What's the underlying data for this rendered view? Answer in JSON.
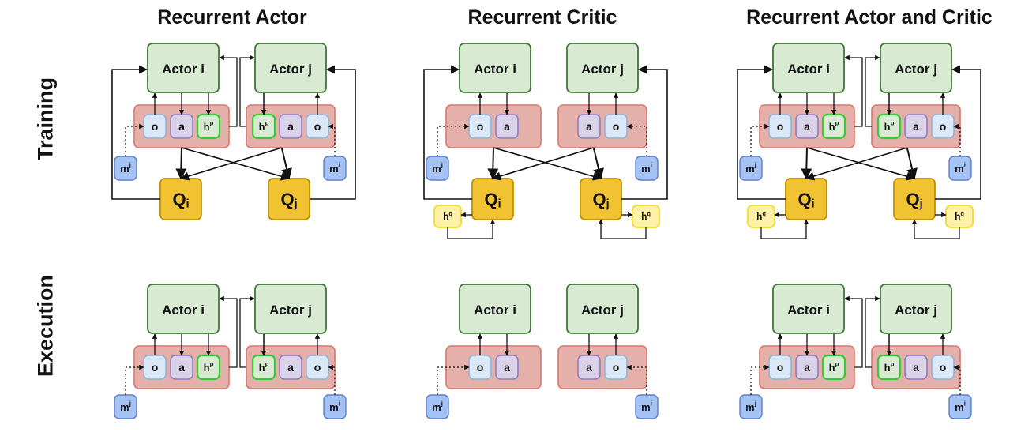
{
  "columns": [
    {
      "title": "Recurrent Actor"
    },
    {
      "title": "Recurrent Critic"
    },
    {
      "title": "Recurrent Actor and Critic"
    }
  ],
  "rows": [
    {
      "label": "Training"
    },
    {
      "label": "Execution"
    }
  ],
  "labels": {
    "actor_i": "Actor i",
    "actor_j": "Actor j",
    "obs": "o",
    "action": "a",
    "policy_hidden_base": "h",
    "policy_hidden_sup": "p",
    "critic_hidden_base": "h",
    "critic_hidden_sup": "q",
    "msg_base": "m",
    "msg_sup_j": "j",
    "msg_sup_i": "i",
    "q_base": "Q",
    "q_sub_i": "i",
    "q_sub_j": "j"
  },
  "colors": {
    "actor_fill": "#d9ead3",
    "actor_border": "#3d7a34",
    "group_fill": "#e6b0aa",
    "group_border": "#d9776d",
    "obs_fill": "#dae8f7",
    "obs_border": "#8fb3dc",
    "action_fill": "#d9d2e9",
    "action_border": "#8e7cc3",
    "hidden_border": "#33cc33",
    "critic_fill": "#f1c232",
    "critic_border": "#bf9000",
    "critic_hidden_fill": "#fff2a8",
    "critic_hidden_border": "#f3dd3f",
    "msg_fill": "#a4c2f4",
    "msg_border": "#5d7fc9"
  }
}
